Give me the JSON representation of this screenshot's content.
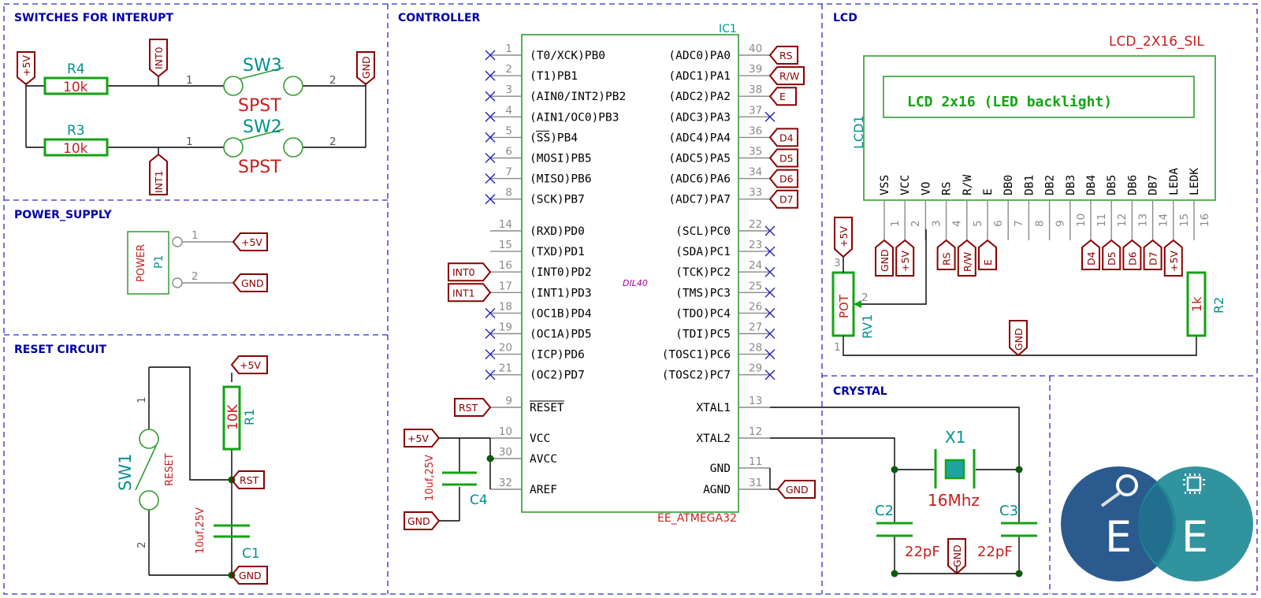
{
  "sections": {
    "switches": "SWITCHES FOR INTERUPT",
    "power": "POWER_SUPPLY",
    "reset": "RESET CIRCUIT",
    "controller": "CONTROLLER",
    "lcd": "LCD",
    "crystal": "CRYSTAL"
  },
  "switches": {
    "r4_ref": "R4",
    "r4_val": "10k",
    "r3_ref": "R3",
    "r3_val": "10k",
    "sw3_ref": "SW3",
    "sw3_val": "SPST",
    "sw2_ref": "SW2",
    "sw2_val": "SPST",
    "pin1": "1",
    "pin2": "2",
    "lbl_5v": "+5V",
    "lbl_int0": "INT0",
    "lbl_int1": "INT1",
    "lbl_gnd": "GND"
  },
  "power": {
    "p1_ref": "P1",
    "p1_val": "POWER",
    "pin1": "1",
    "pin2": "2",
    "lbl_5v": "+5V",
    "lbl_gnd": "GND"
  },
  "reset": {
    "sw1_ref": "SW1",
    "sw1_val": "RESET",
    "sw1_pin1": "1",
    "sw1_pin2": "2",
    "r1_ref": "R1",
    "r1_val": "10K",
    "c1_ref": "C1",
    "c1_val": "10uf,25V",
    "lbl_5v": "+5V",
    "lbl_rst": "RST",
    "lbl_gnd": "GND"
  },
  "controller": {
    "ic_ref": "IC1",
    "ic_val": "EE_ATMEGA32",
    "package": "DIL40",
    "left_top": [
      {
        "num": "1",
        "name": "(T0/XCK)PB0"
      },
      {
        "num": "2",
        "name": "(T1)PB1"
      },
      {
        "num": "3",
        "name": "(AIN0/INT2)PB2"
      },
      {
        "num": "4",
        "name": "(AIN1/OC0)PB3"
      },
      {
        "num": "5",
        "name": "(SS)PB4"
      },
      {
        "num": "6",
        "name": "(MOSI)PB5"
      },
      {
        "num": "7",
        "name": "(MISO)PB6"
      },
      {
        "num": "8",
        "name": "(SCK)PB7"
      }
    ],
    "left_mid": [
      {
        "num": "14",
        "name": "(RXD)PD0"
      },
      {
        "num": "15",
        "name": "(TXD)PD1"
      },
      {
        "num": "16",
        "name": "(INT0)PD2"
      },
      {
        "num": "17",
        "name": "(INT1)PD3"
      },
      {
        "num": "18",
        "name": "(OC1B)PD4"
      },
      {
        "num": "19",
        "name": "(OC1A)PD5"
      },
      {
        "num": "20",
        "name": "(ICP)PD6"
      },
      {
        "num": "21",
        "name": "(OC2)PD7"
      }
    ],
    "left_bot": [
      {
        "num": "9",
        "name": "RESET"
      },
      {
        "num": "10",
        "name": "VCC"
      },
      {
        "num": "30",
        "name": "AVCC"
      },
      {
        "num": "32",
        "name": "AREF"
      }
    ],
    "right_top": [
      {
        "num": "40",
        "name": "(ADC0)PA0"
      },
      {
        "num": "39",
        "name": "(ADC1)PA1"
      },
      {
        "num": "38",
        "name": "(ADC2)PA2"
      },
      {
        "num": "37",
        "name": "(ADC3)PA3"
      },
      {
        "num": "36",
        "name": "(ADC4)PA4"
      },
      {
        "num": "35",
        "name": "(ADC5)PA5"
      },
      {
        "num": "34",
        "name": "(ADC6)PA6"
      },
      {
        "num": "33",
        "name": "(ADC7)PA7"
      }
    ],
    "right_mid": [
      {
        "num": "22",
        "name": "(SCL)PC0"
      },
      {
        "num": "23",
        "name": "(SDA)PC1"
      },
      {
        "num": "24",
        "name": "(TCK)PC2"
      },
      {
        "num": "25",
        "name": "(TMS)PC3"
      },
      {
        "num": "26",
        "name": "(TDO)PC4"
      },
      {
        "num": "27",
        "name": "(TDI)PC5"
      },
      {
        "num": "28",
        "name": "(TOSC1)PC6"
      },
      {
        "num": "29",
        "name": "(TOSC2)PC7"
      }
    ],
    "right_bot": [
      {
        "num": "13",
        "name": "XTAL1"
      },
      {
        "num": "12",
        "name": "XTAL2"
      },
      {
        "num": "11",
        "name": "GND"
      },
      {
        "num": "31",
        "name": "AGND"
      }
    ],
    "pa_labels": [
      "RS",
      "R/W",
      "E",
      "",
      "D4",
      "D5",
      "D6",
      "D7"
    ],
    "lbl_int0": "INT0",
    "lbl_int1": "INT1",
    "lbl_rst": "RST",
    "lbl_5v": "+5V",
    "lbl_gnd": "GND",
    "lbl_gnd2": "GND",
    "c4_ref": "C4",
    "c4_val": "10uf,25V"
  },
  "lcd": {
    "val": "LCD_2X16_SIL",
    "ref": "LCD1",
    "inner": "LCD 2x16 (LED backlight)",
    "pins": [
      {
        "num": "1",
        "name": "VSS"
      },
      {
        "num": "2",
        "name": "VCC"
      },
      {
        "num": "3",
        "name": "VO"
      },
      {
        "num": "4",
        "name": "RS"
      },
      {
        "num": "5",
        "name": "R/W"
      },
      {
        "num": "6",
        "name": "E"
      },
      {
        "num": "7",
        "name": "DB0"
      },
      {
        "num": "8",
        "name": "DB1"
      },
      {
        "num": "9",
        "name": "DB2"
      },
      {
        "num": "10",
        "name": "DB3"
      },
      {
        "num": "11",
        "name": "DB4"
      },
      {
        "num": "12",
        "name": "DB5"
      },
      {
        "num": "13",
        "name": "DB6"
      },
      {
        "num": "14",
        "name": "DB7"
      },
      {
        "num": "15",
        "name": "LEDA"
      },
      {
        "num": "16",
        "name": "LEDK"
      }
    ],
    "pin_labels": [
      "GND",
      "+5V",
      "",
      "RS",
      "R/W",
      "E",
      "",
      "",
      "",
      "",
      "D4",
      "D5",
      "D6",
      "D7",
      "+5V",
      ""
    ],
    "rv1_ref": "RV1",
    "rv1_val": "POT",
    "rv1_p1": "1",
    "rv1_p2": "2",
    "rv1_p3": "3",
    "r2_ref": "R2",
    "r2_val": "1k",
    "lbl_5v": "+5V",
    "lbl_gnd": "GND"
  },
  "crystal": {
    "x1_ref": "X1",
    "x1_val": "16Mhz",
    "c2_ref": "C2",
    "c2_val": "22pF",
    "c3_ref": "C3",
    "c3_val": "22pF",
    "lbl_gnd": "GND"
  },
  "logo_letters": [
    "E",
    "E"
  ],
  "colors": {
    "border": "#2a2ad0",
    "section_title": "#0000a8",
    "component": "#14a314",
    "reference": "#00918f",
    "value": "#c81e1e",
    "label": "#8b0000",
    "no_connect": "#2222bb",
    "logo_left": "#2b5a8e",
    "logo_right": "#1f8a96"
  }
}
